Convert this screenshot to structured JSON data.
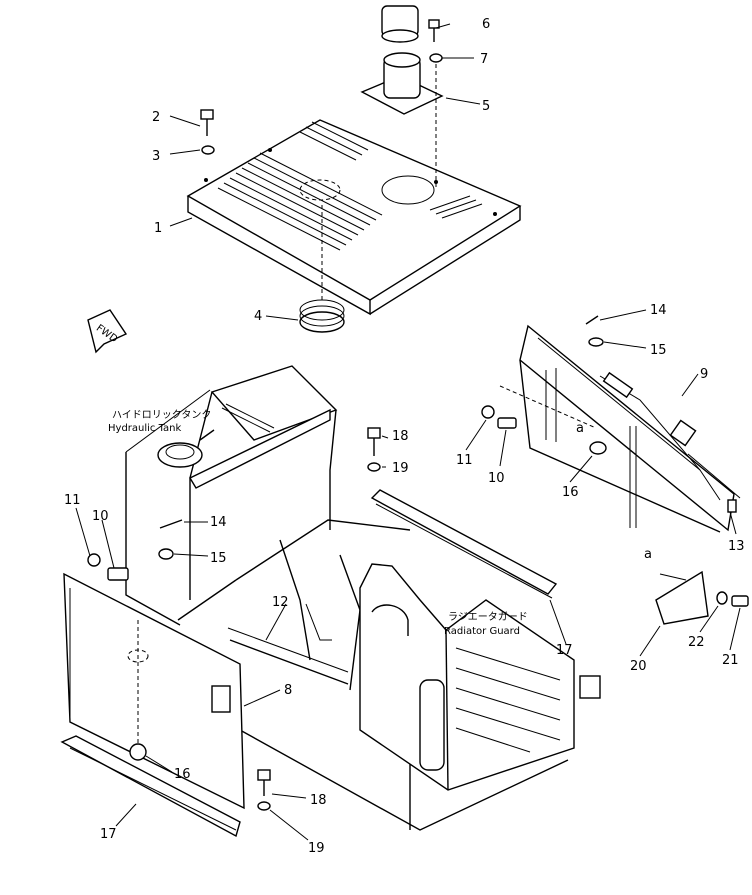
{
  "labels": {
    "hydraulic_tank_jp": "ハイドロリックタンク",
    "hydraulic_tank_en": "Hydraulic Tank",
    "radiator_guard_jp": "ラジエータガード",
    "radiator_guard_en": "Radiator Guard",
    "fwd": "FWD",
    "view_a_left": "a",
    "view_a_right": "a"
  },
  "callouts": {
    "p1": "1",
    "p2": "2",
    "p3": "3",
    "p4": "4",
    "p5": "5",
    "p6": "6",
    "p7": "7",
    "p8": "8",
    "p9": "9",
    "p10_right": "10",
    "p11_right": "11",
    "p10_left": "10",
    "p11_left": "11",
    "p12": "12",
    "p13": "13",
    "p14_right": "14",
    "p15_right": "15",
    "p14_left": "14",
    "p15_left": "15",
    "p16_right": "16",
    "p16_left": "16",
    "p17_right": "17",
    "p17_left": "17",
    "p18_top": "18",
    "p19_top": "19",
    "p18_bottom": "18",
    "p19_bottom": "19",
    "p20": "20",
    "p21": "21",
    "p22": "22"
  }
}
